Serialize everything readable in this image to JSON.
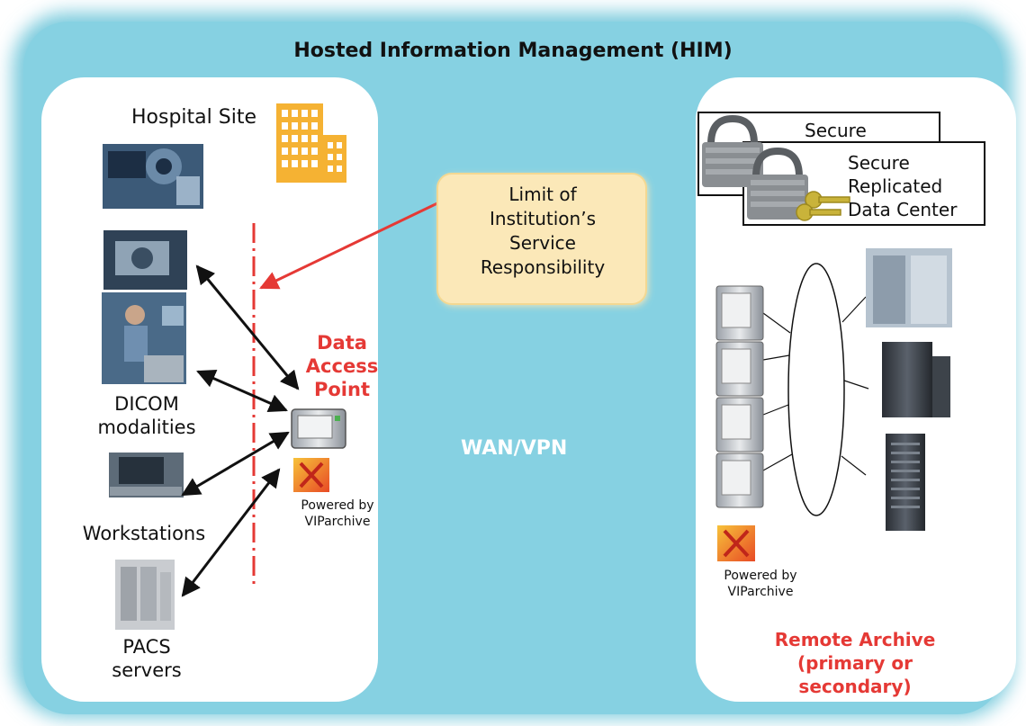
{
  "title": "Hosted Information Management (HIM)",
  "hospital_site": {
    "label": "Hospital Site",
    "building_icon": "building-icon",
    "dicom_label_line1": "DICOM",
    "dicom_label_line2": "modalities",
    "workstations_label": "Workstations",
    "pacs_label_line1": "PACS",
    "pacs_label_line2": "servers",
    "access_point_line1": "Data",
    "access_point_line2": "Access",
    "access_point_line3": "Point",
    "powered_by_line1": "Powered by",
    "powered_by_line2": "VIParchive"
  },
  "limit_box": {
    "line1": "Limit of",
    "line2": "Institution’s",
    "line3": "Service",
    "line4": "Responsibility"
  },
  "network_label": "WAN/VPN",
  "remote": {
    "secure_back": "Secure",
    "secure_front_line1": "Secure",
    "secure_front_line2": "Replicated",
    "secure_front_line3": "Data Center",
    "powered_by_line1": "Powered by",
    "powered_by_line2": "VIParchive",
    "archive_line1": "Remote Archive",
    "archive_line2": "(primary or secondary)"
  },
  "colors": {
    "background": "#86d1e2",
    "accent_red": "#e53935",
    "limit_box_fill": "#fbe8b8",
    "building": "#f5b233"
  }
}
